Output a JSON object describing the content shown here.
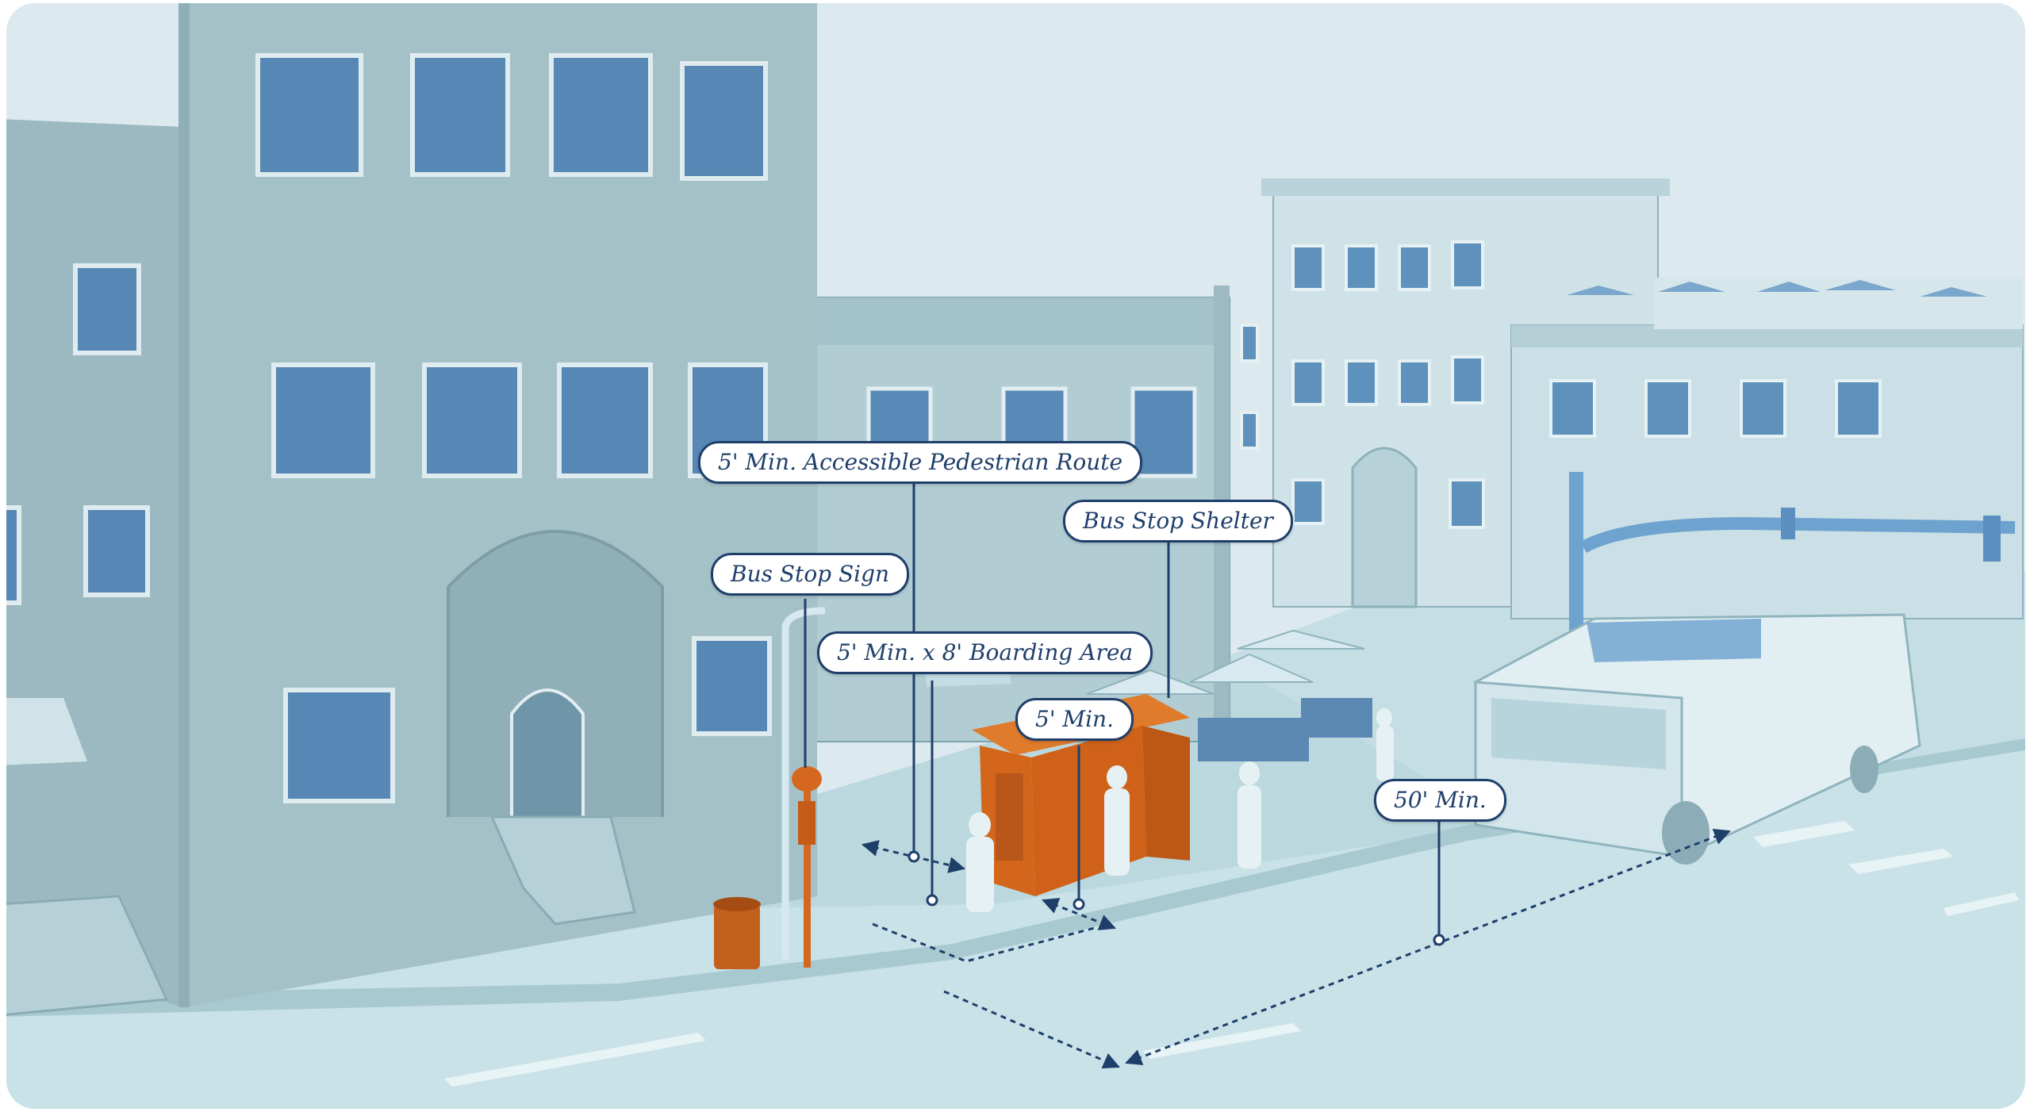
{
  "callouts": {
    "pedestrian_route": "5' Min. Accessible Pedestrian Route",
    "bus_stop_shelter": "Bus Stop Shelter",
    "bus_stop_sign": "Bus Stop Sign",
    "boarding_area": "5' Min. x 8' Boarding Area",
    "five_ft_min": "5' Min.",
    "fifty_ft_min": "50' Min."
  },
  "colors": {
    "sky": "#dbe9ee",
    "building": "#9fbdc4",
    "building_light": "#c3dbe1",
    "window": "#4c7fb0",
    "ground": "#c6e0e6",
    "shelter": "#d86a1c",
    "dimension": "#1f3f6b"
  }
}
